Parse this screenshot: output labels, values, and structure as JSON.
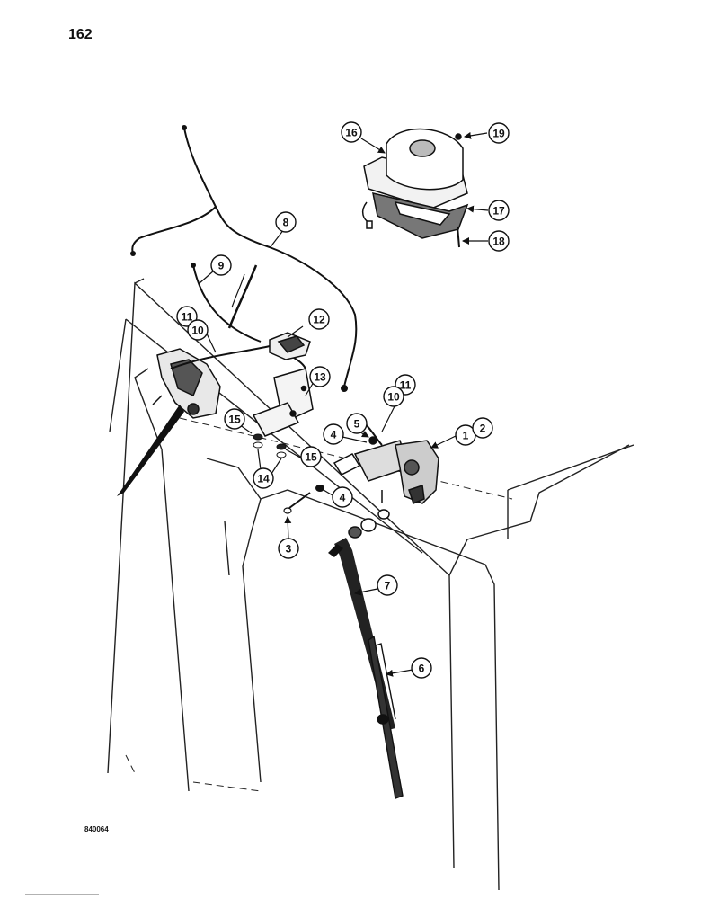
{
  "page": {
    "number": "162",
    "figure_code": "840064"
  },
  "callouts": [
    {
      "id": "c1",
      "label": "1"
    },
    {
      "id": "c2",
      "label": "2"
    },
    {
      "id": "c3",
      "label": "3"
    },
    {
      "id": "c4a",
      "label": "4"
    },
    {
      "id": "c4b",
      "label": "4"
    },
    {
      "id": "c5",
      "label": "5"
    },
    {
      "id": "c6",
      "label": "6"
    },
    {
      "id": "c7",
      "label": "7"
    },
    {
      "id": "c8",
      "label": "8"
    },
    {
      "id": "c9",
      "label": "9"
    },
    {
      "id": "c10a",
      "label": "10"
    },
    {
      "id": "c11a",
      "label": "11"
    },
    {
      "id": "c10b",
      "label": "10"
    },
    {
      "id": "c11b",
      "label": "11"
    },
    {
      "id": "c12",
      "label": "12"
    },
    {
      "id": "c13",
      "label": "13"
    },
    {
      "id": "c14",
      "label": "14"
    },
    {
      "id": "c15a",
      "label": "15"
    },
    {
      "id": "c15b",
      "label": "15"
    },
    {
      "id": "c16",
      "label": "16"
    },
    {
      "id": "c17",
      "label": "17"
    },
    {
      "id": "c18",
      "label": "18"
    },
    {
      "id": "c19",
      "label": "19"
    }
  ]
}
